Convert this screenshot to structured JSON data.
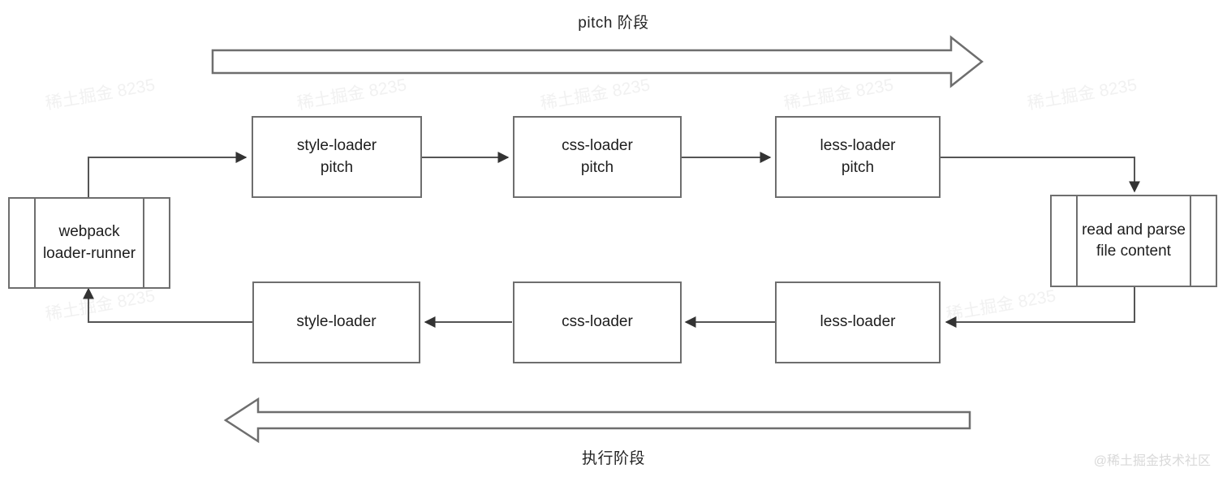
{
  "diagram": {
    "title_top": "pitch 阶段",
    "title_bottom": "执行阶段",
    "credit": "@稀土掘金技术社区",
    "watermark_text": "稀土掘金 8235",
    "colors": {
      "background": "#ffffff",
      "stroke": "#6e6e6e",
      "connector": "#555555",
      "text": "#1d1d1d",
      "watermark": "#f1f1f1"
    },
    "nodes": [
      {
        "id": "loader-runner",
        "label": "webpack\nloader-runner",
        "shape": "predefined-process",
        "row": "left"
      },
      {
        "id": "style-pitch",
        "label": "style-loader\npitch",
        "shape": "process",
        "row": "top"
      },
      {
        "id": "css-pitch",
        "label": "css-loader\npitch",
        "shape": "process",
        "row": "top"
      },
      {
        "id": "less-pitch",
        "label": "less-loader\npitch",
        "shape": "process",
        "row": "top"
      },
      {
        "id": "read-parse",
        "label": "read and parse\nfile content",
        "shape": "predefined-process",
        "row": "right"
      },
      {
        "id": "less-exec",
        "label": "less-loader",
        "shape": "process",
        "row": "bottom"
      },
      {
        "id": "css-exec",
        "label": "css-loader",
        "shape": "process",
        "row": "bottom"
      },
      {
        "id": "style-exec",
        "label": "style-loader",
        "shape": "process",
        "row": "bottom"
      }
    ],
    "edges": [
      {
        "from": "loader-runner",
        "to": "style-pitch",
        "direction": "right"
      },
      {
        "from": "style-pitch",
        "to": "css-pitch",
        "direction": "right"
      },
      {
        "from": "css-pitch",
        "to": "less-pitch",
        "direction": "right"
      },
      {
        "from": "less-pitch",
        "to": "read-parse",
        "direction": "down"
      },
      {
        "from": "read-parse",
        "to": "less-exec",
        "direction": "left"
      },
      {
        "from": "less-exec",
        "to": "css-exec",
        "direction": "left"
      },
      {
        "from": "css-exec",
        "to": "style-exec",
        "direction": "left"
      },
      {
        "from": "style-exec",
        "to": "loader-runner",
        "direction": "up"
      }
    ],
    "phase_arrows": [
      {
        "id": "pitch-arrow",
        "direction": "right",
        "label_ref": "title_top"
      },
      {
        "id": "exec-arrow",
        "direction": "left",
        "label_ref": "title_bottom"
      }
    ]
  }
}
